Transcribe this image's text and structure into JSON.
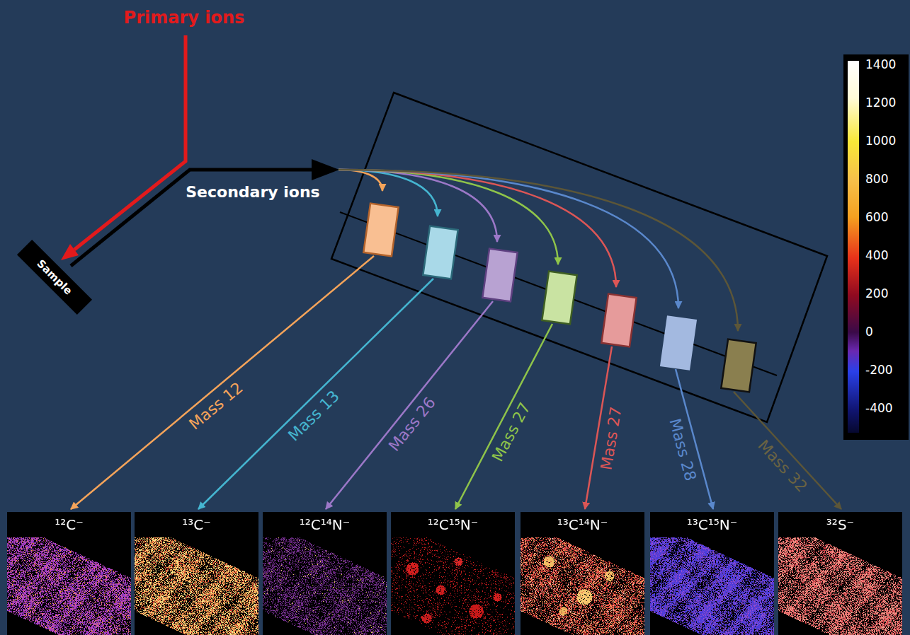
{
  "diagram": {
    "nodes": [
      {
        "text": [
          "Sample"
        ]
      },
      {
        "text": [
          "¹²C⁻"
        ]
      },
      {
        "text": [
          "¹³C⁻"
        ]
      },
      {
        "text": [
          "¹²C¹⁴N⁻"
        ]
      },
      {
        "text": [
          "¹²C¹⁵N⁻"
        ]
      },
      {
        "text": [
          "¹³C¹⁴N⁻"
        ]
      },
      {
        "text": [
          "¹³C¹⁵N⁻"
        ]
      },
      {
        "text": [
          "³²S⁻"
        ]
      }
    ],
    "labels": [
      "Primary ions",
      "Secondary ions",
      "Mass 12",
      "Mass 13",
      "Mass 26",
      "Mass 27",
      "Mass 27",
      "Mass 28",
      "Mass 32",
      "1400",
      "1200",
      "1000",
      "800",
      "600",
      "400",
      "200",
      "0",
      "-200",
      "-400"
    ]
  }
}
